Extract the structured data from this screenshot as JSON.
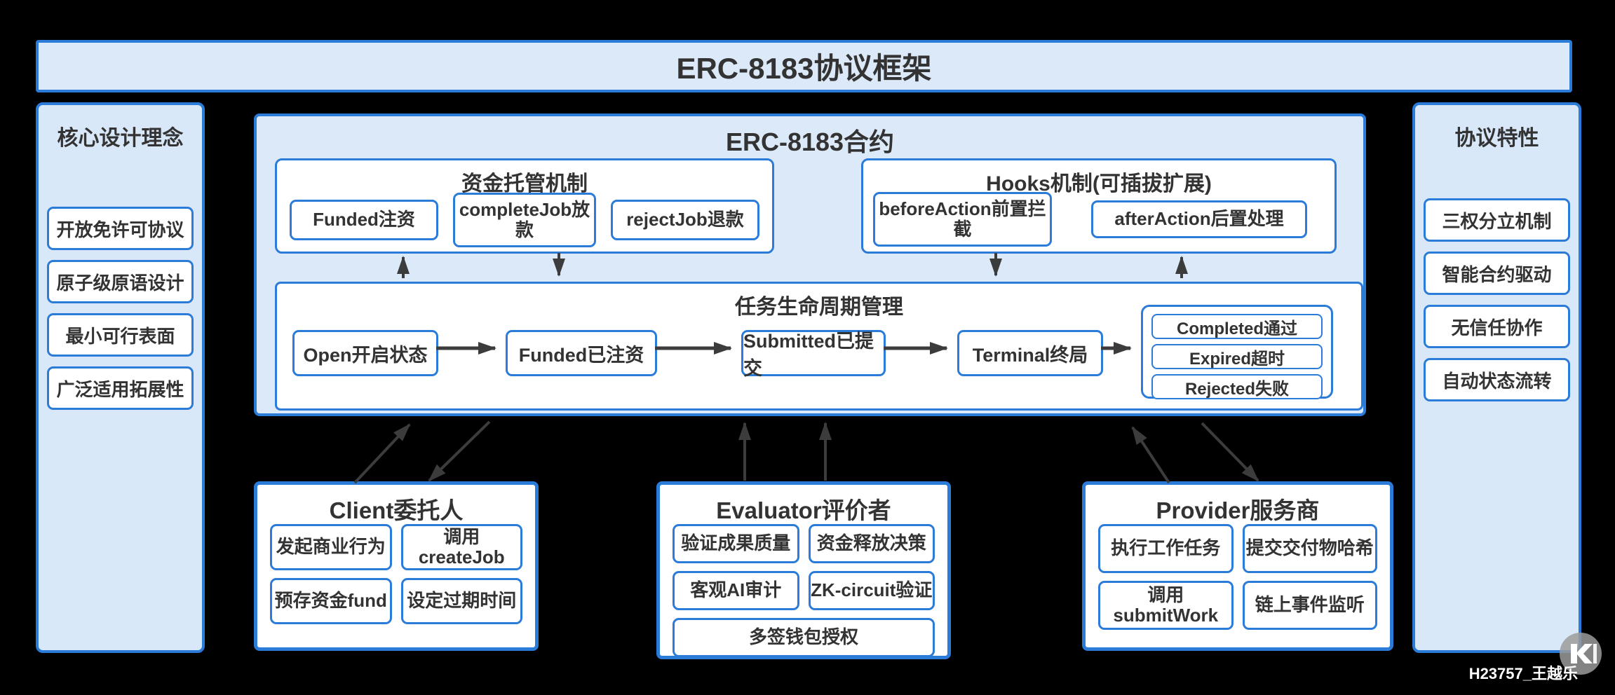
{
  "title": "ERC-8183协议框架",
  "left_panel": {
    "heading": "核心设计理念",
    "items": [
      "开放免许可协议",
      "原子级原语设计",
      "最小可行表面",
      "广泛适用拓展性"
    ]
  },
  "right_panel": {
    "heading": "协议特性",
    "items": [
      "三权分立机制",
      "智能合约驱动",
      "无信任协作",
      "自动状态流转"
    ]
  },
  "contract": {
    "title": "ERC-8183合约",
    "escrow": {
      "heading": "资金托管机制",
      "items": [
        "Funded注资",
        "completeJob放款",
        "rejectJob退款"
      ]
    },
    "hooks": {
      "heading": "Hooks机制(可插拔扩展)",
      "items": [
        "beforeAction前置拦截",
        "afterAction后置处理"
      ]
    },
    "lifecycle": {
      "heading": "任务生命周期管理",
      "states": [
        "Open开启状态",
        "Funded已注资",
        "Submitted已提交",
        "Terminal终局"
      ],
      "terminal_states": [
        "Completed通过",
        "Expired超时",
        "Rejected失败"
      ]
    }
  },
  "actors": {
    "client": {
      "heading": "Client委托人",
      "items": [
        "发起商业行为",
        "调用createJob",
        "预存资金fund",
        "设定过期时间"
      ]
    },
    "evaluator": {
      "heading": "Evaluator评价者",
      "items": [
        "验证成果质量",
        "资金释放决策",
        "客观AI审计",
        "ZK-circuit验证",
        "多签钱包授权"
      ]
    },
    "provider": {
      "heading": "Provider服务商",
      "items": [
        "执行工作任务",
        "提交交付物哈希",
        "调用submitWork",
        "链上事件监听"
      ]
    }
  },
  "watermark": {
    "label": "H23757_王越乐"
  },
  "colors": {
    "background": "#000000",
    "panel_fill": "#dce9f8",
    "border_blue": "#2b7bd9",
    "text_dark": "#333333",
    "arrow": "#3c3c3c",
    "watermark_text": "#ffffff"
  }
}
